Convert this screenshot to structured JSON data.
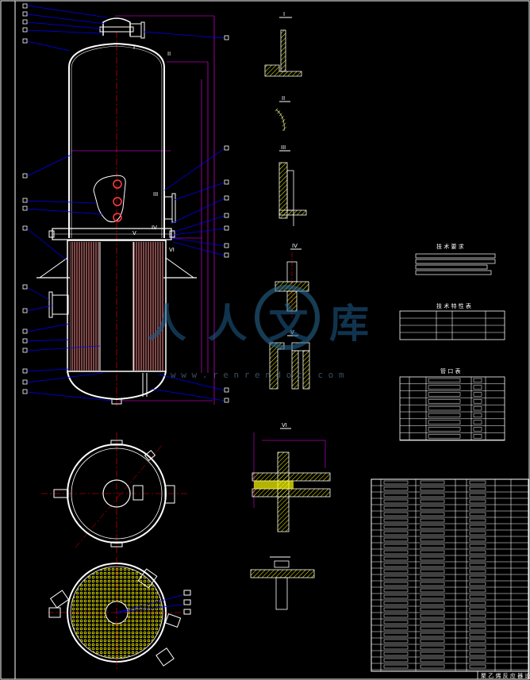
{
  "drawing": {
    "title_block_text": "聚 乙 烯 反 应 器 设 计",
    "section_labels": {
      "s1": "I",
      "s2": "II",
      "s3": "III",
      "s4": "IV",
      "s5": "V",
      "s6": "VI"
    },
    "tables": {
      "technical_requirements": "技 术 要 求",
      "technical_characteristics": "技 术 特 性 表",
      "nozzle_table": "管 口 表"
    },
    "watermark": {
      "text": "人人文库",
      "url": "w w w . r e n r e n d o c . c o m"
    },
    "colors": {
      "background": "#000000",
      "outline": "#ffffff",
      "construction": "#ff00ff",
      "leader": "#0000ff",
      "centerline": "#ff0000",
      "hatch": "#ffff00",
      "tube": "#ff8080"
    }
  }
}
